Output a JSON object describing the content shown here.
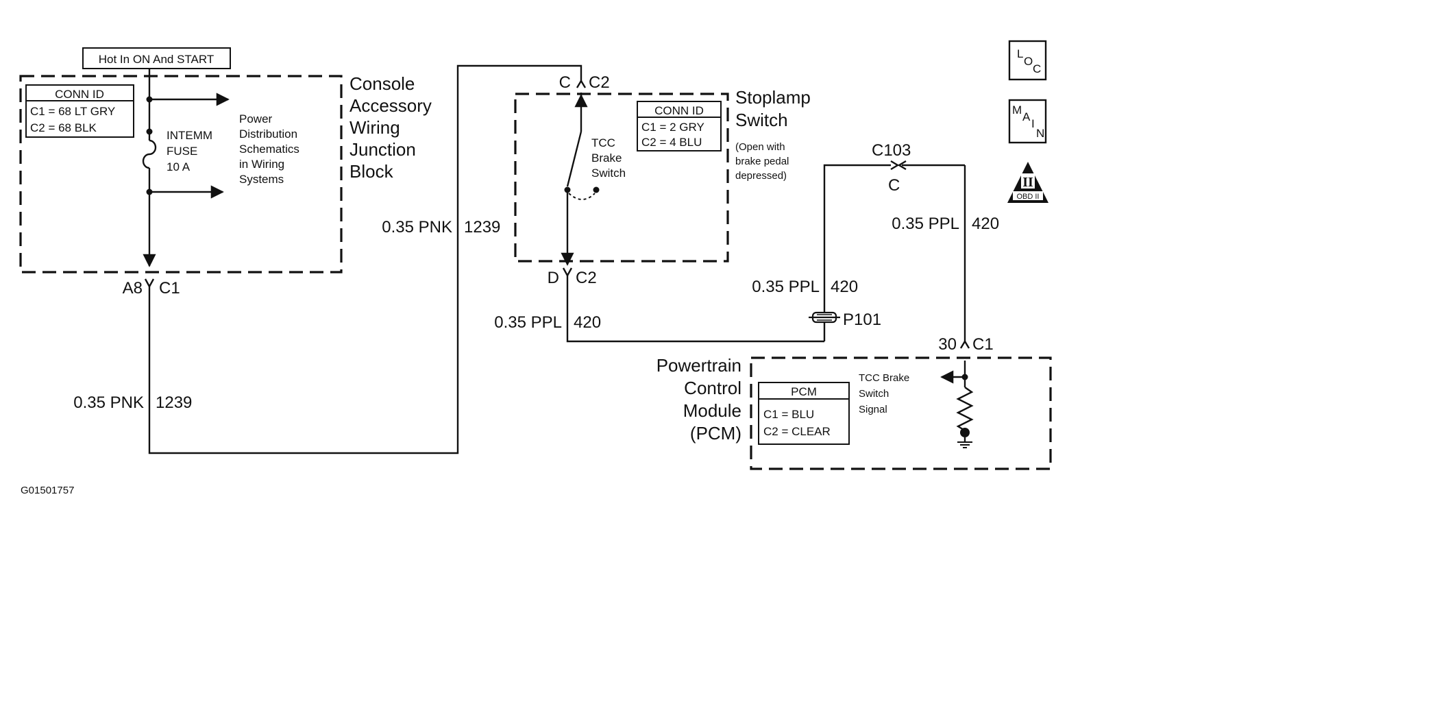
{
  "diagram_id": "G01501757",
  "hot_label": "Hot In ON And START",
  "nav": {
    "loc_icon": "LOC",
    "main_icon": "MAIN",
    "obd_icon": "OBD II",
    "obd_roman": "II"
  },
  "console_block": {
    "title_lines": [
      "Console",
      "Accessory",
      "Wiring",
      "Junction",
      "Block"
    ],
    "conn_id_title": "CONN ID",
    "conn_id_rows": [
      "C1 = 68 LT GRY",
      "C2 = 68 BLK"
    ],
    "fuse_lines": [
      "INTEMM",
      "FUSE",
      "10 A"
    ],
    "power_dist_lines": [
      "Power",
      "Distribution",
      "Schematics",
      "in Wiring",
      "Systems"
    ],
    "pin_a8": "A8",
    "conn_c1": "C1"
  },
  "stoplamp": {
    "title_lines": [
      "Stoplamp",
      "Switch"
    ],
    "note_lines": [
      "(Open with",
      "brake pedal",
      "depressed)"
    ],
    "conn_id_title": "CONN  ID",
    "conn_id_rows": [
      "C1 = 2 GRY",
      "C2 = 4 BLU"
    ],
    "switch_lines": [
      "TCC",
      "Brake",
      "Switch"
    ],
    "top_pin": "C",
    "top_conn": "C2",
    "bottom_pin": "D",
    "bottom_conn": "C2"
  },
  "wires": {
    "left_lower": {
      "size_color": "0.35 PNK",
      "circuit": "1239"
    },
    "left_upper": {
      "size_color": "0.35 PNK",
      "circuit": "1239"
    },
    "stoplamp_out": {
      "size_color": "0.35 PPL",
      "circuit": "420"
    },
    "splice_up": {
      "size_color": "0.35 PPL",
      "circuit": "420"
    },
    "pcm_feed": {
      "size_color": "0.35 PPL",
      "circuit": "420"
    }
  },
  "splice": "P101",
  "c103": {
    "name": "C103",
    "pin": "C"
  },
  "pcm": {
    "title_lines": [
      "Powertrain",
      "Control",
      "Module",
      "(PCM)"
    ],
    "pin": "30",
    "conn": "C1",
    "table_title": "PCM",
    "table_rows": [
      "C1 = BLU",
      "C2 = CLEAR"
    ],
    "signal_lines": [
      "TCC Brake",
      "Switch",
      "Signal"
    ]
  }
}
